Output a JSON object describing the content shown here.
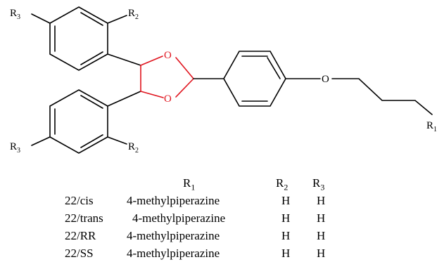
{
  "structure": {
    "labels": {
      "r3_top": "R",
      "r3_top_sub": "3",
      "r2_top": "R",
      "r2_top_sub": "2",
      "r3_bottom": "R",
      "r3_bottom_sub": "3",
      "r2_bottom": "R",
      "r2_bottom_sub": "2",
      "r1": "R",
      "r1_sub": "1",
      "o_ring_top": "O",
      "o_ring_bottom": "O",
      "o_ether": "O"
    },
    "colors": {
      "bond": "#000000",
      "dioxolane": "#e0141e"
    }
  },
  "table": {
    "headers": {
      "r1": "R",
      "r1_sub": "1",
      "r2": "R",
      "r2_sub": "2",
      "r3": "R",
      "r3_sub": "3"
    },
    "rows": [
      {
        "id": "22/cis",
        "r1": "4-methylpiperazine",
        "r2": "H",
        "r3": "H"
      },
      {
        "id": "22/trans",
        "r1": "4-methylpiperazine",
        "r2": "H",
        "r3": "H"
      },
      {
        "id": "22/RR",
        "r1": "4-methylpiperazine",
        "r2": "H",
        "r3": "H"
      },
      {
        "id": "22/SS",
        "r1": "4-methylpiperazine",
        "r2": "H",
        "r3": "H"
      }
    ]
  }
}
